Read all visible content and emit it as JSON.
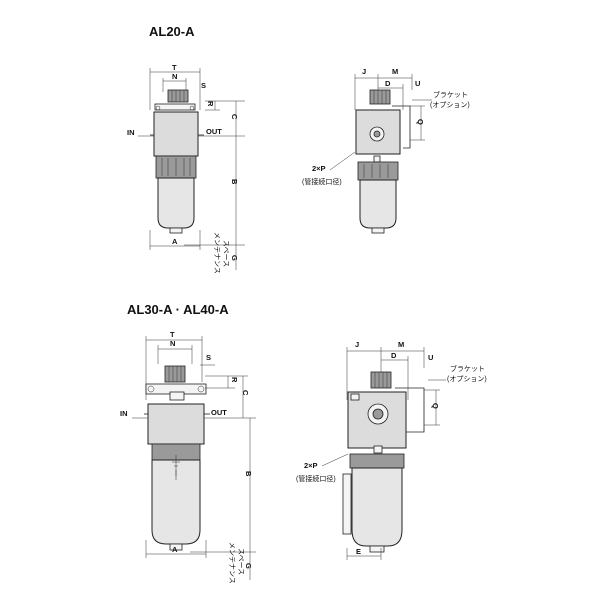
{
  "sections": [
    {
      "title": "AL20-A",
      "front": {
        "dims": {
          "t": "T",
          "n": "N",
          "s": "S",
          "r": "R",
          "c": "C",
          "b": "B",
          "a": "A",
          "g": "G"
        },
        "in_label": "IN",
        "out_label": "OUT",
        "maintenance_space": "メンテナンス\nスペース"
      },
      "side": {
        "dims": {
          "j": "J",
          "m": "M",
          "d": "D",
          "u": "U",
          "q": "Q"
        },
        "bracket_label": "ブラケット",
        "option_label": "(オプション)",
        "port_label": "2×P",
        "port_note": "(管接続口径)"
      }
    },
    {
      "title": "AL30-A · AL40-A",
      "front": {
        "dims": {
          "t": "T",
          "n": "N",
          "s": "S",
          "r": "R",
          "c": "C",
          "b": "B",
          "a": "A",
          "g": "G"
        },
        "in_label": "IN",
        "out_label": "OUT",
        "maintenance_space": "メンテナンス\nスペース"
      },
      "side": {
        "dims": {
          "j": "J",
          "m": "M",
          "d": "D",
          "u": "U",
          "q": "Q",
          "e": "E"
        },
        "bracket_label": "ブラケット",
        "option_label": "(オプション)",
        "port_label": "2×P",
        "port_note": "(管接続口径)"
      }
    }
  ]
}
